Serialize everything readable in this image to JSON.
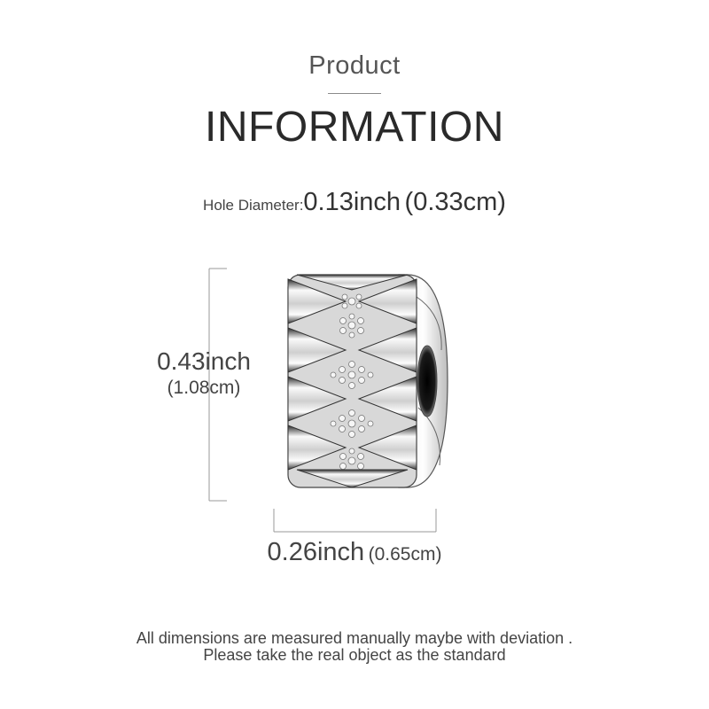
{
  "header": {
    "subtitle": "Product",
    "title": "INFORMATION"
  },
  "hole": {
    "label": "Hole Diameter:",
    "value": "0.13inch",
    "value_cm": "(0.33cm)"
  },
  "height": {
    "inch": "0.43inch",
    "cm": "(1.08cm)"
  },
  "width": {
    "inch": "0.26inch",
    "cm": "(0.65cm)"
  },
  "note": {
    "line1": "All dimensions are measured manually maybe with deviation .",
    "line2": "Please take the real object as the standard"
  },
  "colors": {
    "metal_light": "#f4f4f4",
    "metal_dark": "#1e1e1e",
    "rule": "#8a8a8a"
  },
  "icons": {
    "product": "silver-spacer-charm-image"
  }
}
